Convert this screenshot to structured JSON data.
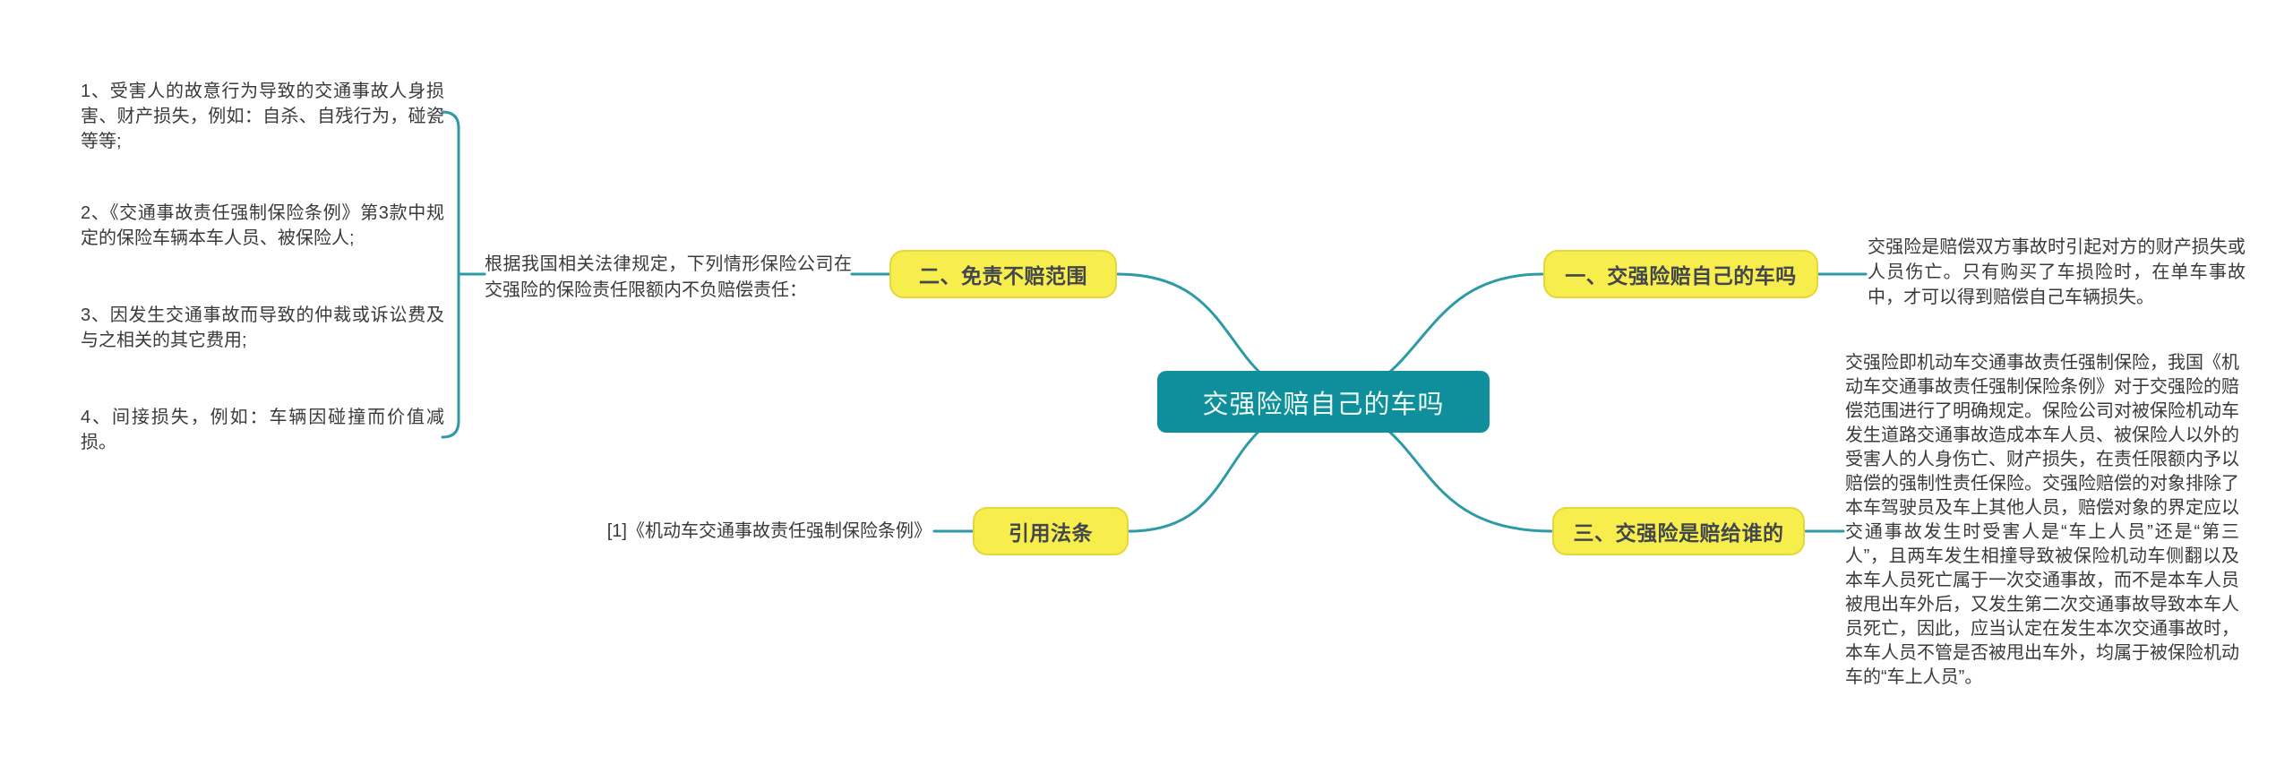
{
  "center": {
    "label": "交强险赔自己的车吗"
  },
  "branches": {
    "exempt": {
      "label": "二、免责不赔范围",
      "intro": "根据我国相关法律规定，下列情形保险公司在交强险的保险责任限额内不负赔偿责任：",
      "items": [
        "1、受害人的故意行为导致的交通事故人身损害、财产损失，例如：自杀、自残行为，碰瓷等等;",
        "2、《交通事故责任强制保险条例》第3款中规定的保险车辆本车人员、被保险人;",
        "3、因发生交通事故而导致的仲裁或诉讼费及与之相关的其它费用;",
        "4、间接损失，例如：车辆因碰撞而价值减损。"
      ]
    },
    "citation": {
      "label": "引用法条",
      "text": "[1]《机动车交通事故责任强制保险条例》"
    },
    "own_car": {
      "label": "一、交强险赔自己的车吗",
      "text": "交强险是赔偿双方事故时引起对方的财产损失或人员伤亡。只有购买了车损险时，在单车事故中，才可以得到赔偿自己车辆损失。"
    },
    "who": {
      "label": "三、交强险是赔给谁的",
      "text": "交强险即机动车交通事故责任强制保险，我国《机动车交通事故责任强制保险条例》对于交强险的赔偿范围进行了明确规定。保险公司对被保险机动车发生道路交通事故造成本车人员、被保险人以外的受害人的人身伤亡、财产损失，在责任限额内予以赔偿的强制性责任保险。交强险赔偿的对象排除了本车驾驶员及车上其他人员，赔偿对象的界定应以交通事故发生时受害人是“车上人员”还是“第三人”，且两车发生相撞导致被保险机动车侧翻以及本车人员死亡属于一次交通事故，而不是本车人员被甩出车外后，又发生第二次交通事故导致本车人员死亡，因此，应当认定在发生本次交通事故时，本车人员不管是否被甩出车外，均属于被保险机动车的“车上人员”。"
    }
  },
  "colors": {
    "center_bg": "#0f8e9c",
    "center_text": "#eefaf4",
    "node_bg": "#f7ee4e",
    "node_border": "#e3d73c",
    "node_text": "#42464d",
    "line": "#2e9aa6",
    "body_text": "#3a3a3a"
  }
}
